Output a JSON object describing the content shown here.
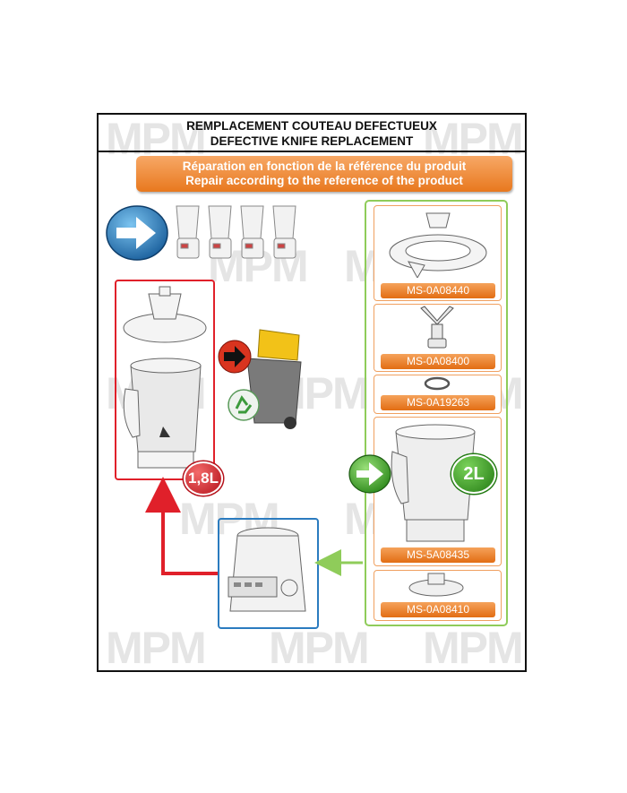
{
  "header": {
    "title_fr": "REMPLACEMENT COUTEAU DEFECTUEUX",
    "title_en": "DEFECTIVE KNIFE REPLACEMENT"
  },
  "banner": {
    "line_fr": "Réparation en fonction de la référence du produit",
    "line_en": "Repair according to the reference of the product"
  },
  "watermark": "MPM",
  "old_version": {
    "capacity_label": "1,8L"
  },
  "new_version": {
    "capacity_label": "2L",
    "parts": [
      {
        "ref": "MS-0A08440"
      },
      {
        "ref": "MS-0A08400"
      },
      {
        "ref": "MS-0A19263"
      },
      {
        "ref": "MS-5A08435"
      },
      {
        "ref": "MS-0A08410"
      }
    ]
  },
  "colors": {
    "orange": "#e8781e",
    "red": "#e0202a",
    "green": "#8fcc5a",
    "blue": "#2b7bbf"
  }
}
